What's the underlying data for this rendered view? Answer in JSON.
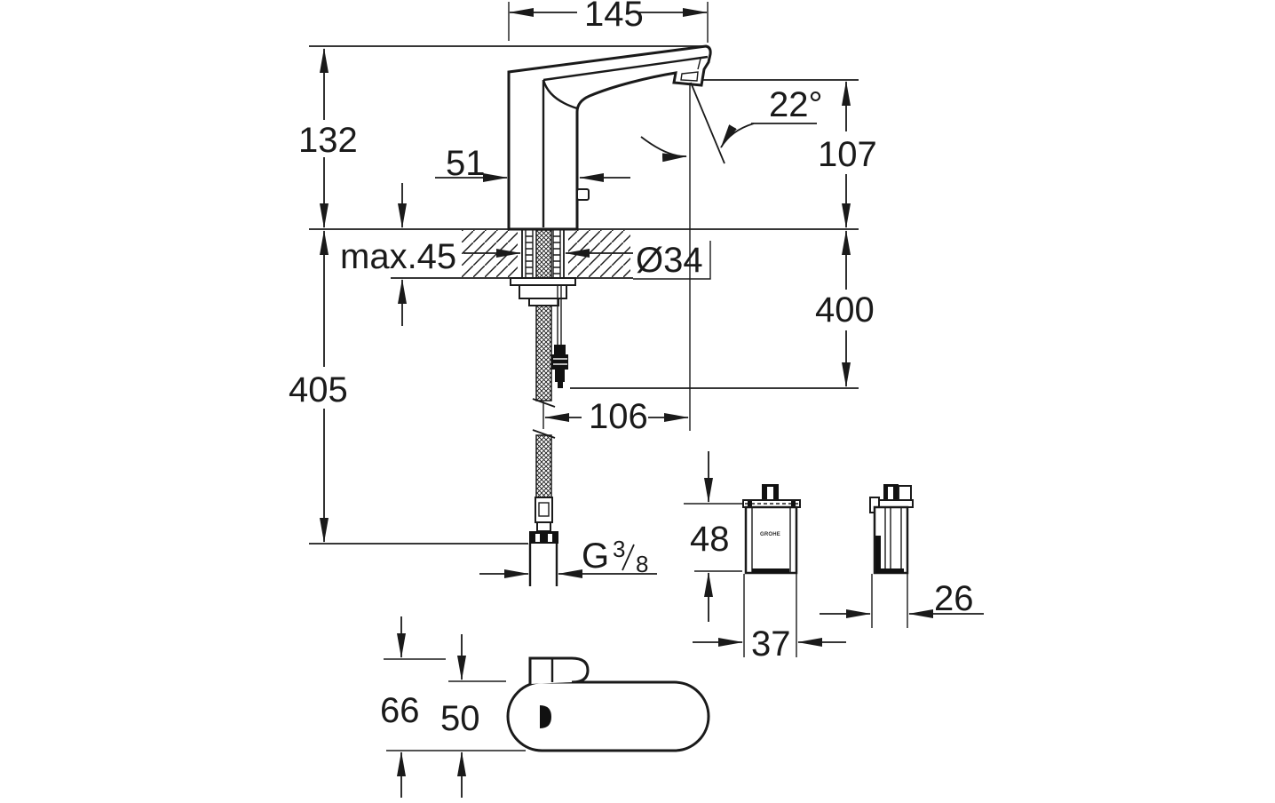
{
  "labels": {
    "spout_reach": "145",
    "height_to_top": "132",
    "body_depth": "51",
    "spray_angle": "22°",
    "spout_height": "107",
    "max_deck_thickness": "max.45",
    "hole_diameter": "Ø34",
    "hose_drop": "405",
    "cable_drop": "400",
    "spout_offset": "106",
    "thread": {
      "g": "G",
      "numerator": "3",
      "denominator": "8"
    },
    "control_box": {
      "height": "48",
      "width": "37",
      "depth": "26"
    },
    "base": {
      "length": "66",
      "width": "50"
    },
    "brand": "GROHE"
  }
}
